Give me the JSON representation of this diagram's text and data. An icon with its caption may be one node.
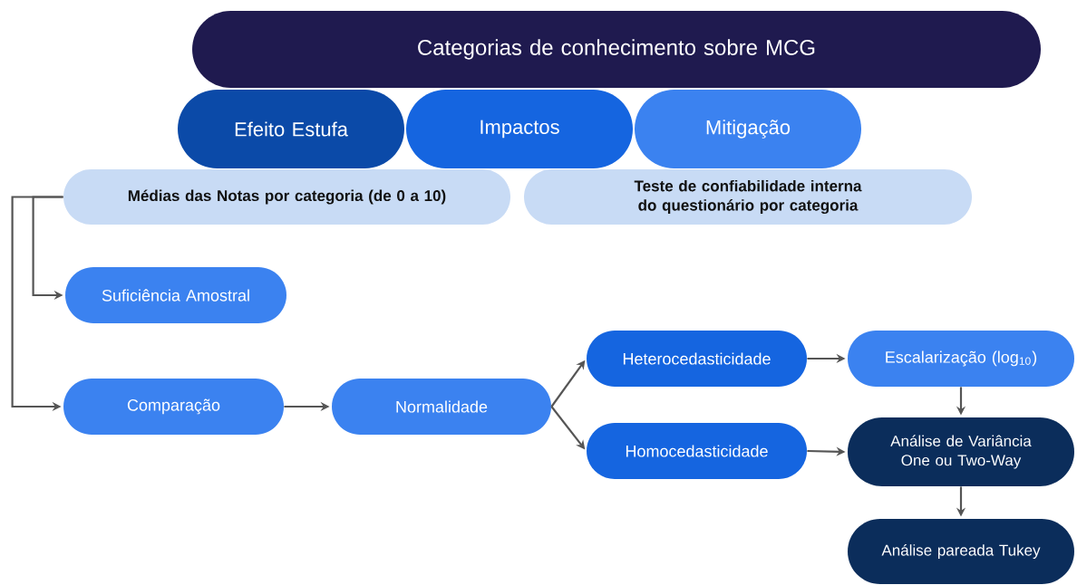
{
  "diagram": {
    "nodes": [
      {
        "text": [
          "Categorias de conhecimento sobre MCG"
        ]
      },
      {
        "text": [
          "Efeito Estufa"
        ]
      },
      {
        "text": [
          "Impactos"
        ]
      },
      {
        "text": [
          "Mitigação"
        ]
      },
      {
        "text": [
          "Médias das Notas por categoria (de 0 a 10)"
        ]
      },
      {
        "text": [
          "Teste de confiabilidade interna do questionário por categoria"
        ]
      },
      {
        "text": [
          "Suficiência Amostral"
        ]
      },
      {
        "text": [
          "Comparação"
        ]
      },
      {
        "text": [
          "Normalidade"
        ]
      },
      {
        "text": [
          "Heterocedasticidade"
        ]
      },
      {
        "text": [
          "Homocedasticidade"
        ]
      },
      {
        "text": [
          "Escalarização (log$_{10}$)"
        ]
      },
      {
        "text": [
          "Análise de Variância One ou Two-Way"
        ]
      },
      {
        "text": [
          "Análise pareada Tukey"
        ]
      }
    ],
    "edges": [
      {
        "from": 4,
        "to": 6,
        "arrow": "to"
      },
      {
        "from": 4,
        "to": 7,
        "arrow": "to"
      },
      {
        "from": 7,
        "to": 8,
        "arrow": "to"
      },
      {
        "from": 8,
        "to": 9,
        "arrow": "to"
      },
      {
        "from": 8,
        "to": 10,
        "arrow": "to"
      },
      {
        "from": 9,
        "to": 11,
        "arrow": "to"
      },
      {
        "from": 10,
        "to": 12,
        "arrow": "to"
      },
      {
        "from": 11,
        "to": 12,
        "arrow": "to"
      },
      {
        "from": 12,
        "to": 13,
        "arrow": "to"
      }
    ]
  }
}
